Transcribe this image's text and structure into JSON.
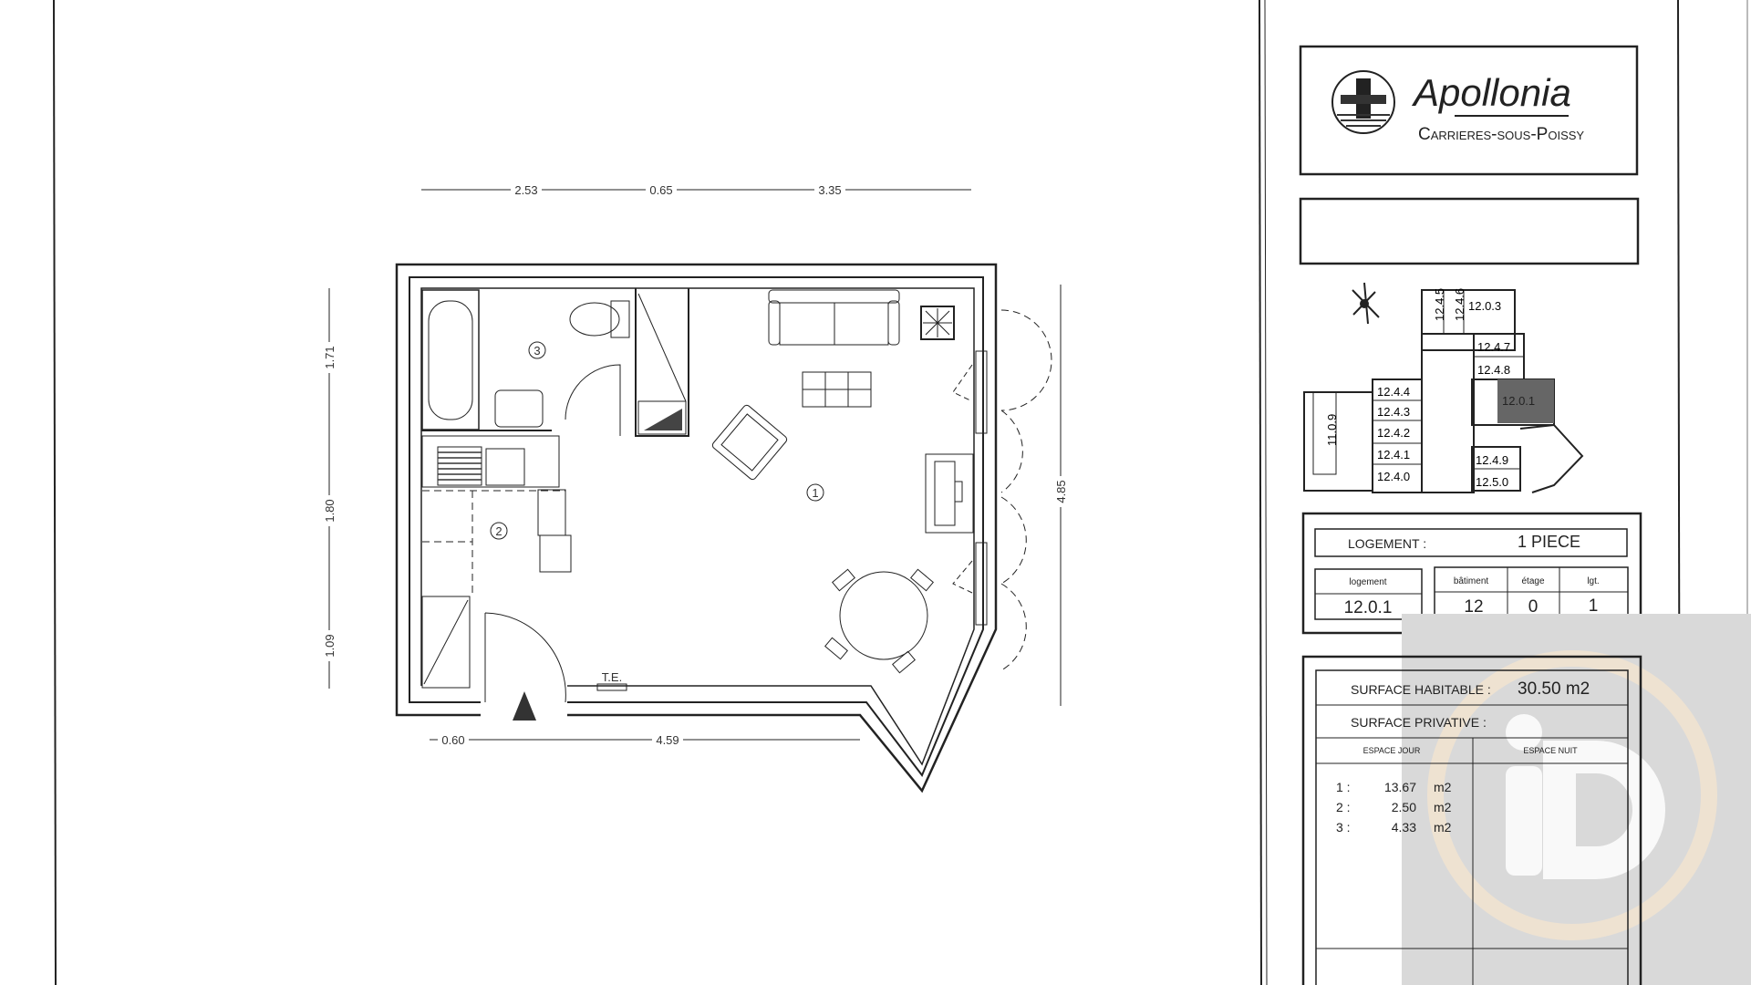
{
  "plan": {
    "dimensions_top": [
      "2.53",
      "0.65",
      "3.35"
    ],
    "dimensions_left": [
      "1.71",
      "1.80",
      "1.09"
    ],
    "dimension_right": "4.85",
    "dimensions_bottom": [
      "0.60",
      "4.59"
    ],
    "rooms": [
      "1",
      "2",
      "3"
    ],
    "meter_label": "T.E."
  },
  "title_block": {
    "logo": {
      "name": "Apollonia",
      "city": "Carrieres-sous-Poissy"
    },
    "key_plan": {
      "units": [
        "12.4.5",
        "12.4.6",
        "12.0.3",
        "12.4.7",
        "12.4.8",
        "12.0.1",
        "12.4.4",
        "12.4.3",
        "12.4.2",
        "12.4.1",
        "12.4.0",
        "12.4.9",
        "12.5.0",
        "11.0.9"
      ],
      "highlighted": "12.0.1"
    },
    "logement": {
      "label": "LOGEMENT :",
      "type": "1 PIECE",
      "headers": [
        "logement",
        "bâtiment",
        "étage",
        "lgt."
      ],
      "values": [
        "12.0.1",
        "12",
        "0",
        "1"
      ]
    },
    "surface": {
      "habitable_label": "SURFACE HABITABLE :",
      "habitable_value": "30.50 m2",
      "privative_label": "SURFACE PRIVATIVE :",
      "col_jour": "ESPACE JOUR",
      "col_nuit": "ESPACE NUIT",
      "rows": [
        {
          "n": "1 :",
          "v": "13.67",
          "u": "m2"
        },
        {
          "n": "2 :",
          "v": "2.50",
          "u": "m2"
        },
        {
          "n": "3 :",
          "v": "4.33",
          "u": "m2"
        }
      ]
    }
  },
  "colors": {
    "line": "#222222",
    "watermark_bg": "#d9d9d9",
    "watermark_ring": "#f2e4d0"
  }
}
